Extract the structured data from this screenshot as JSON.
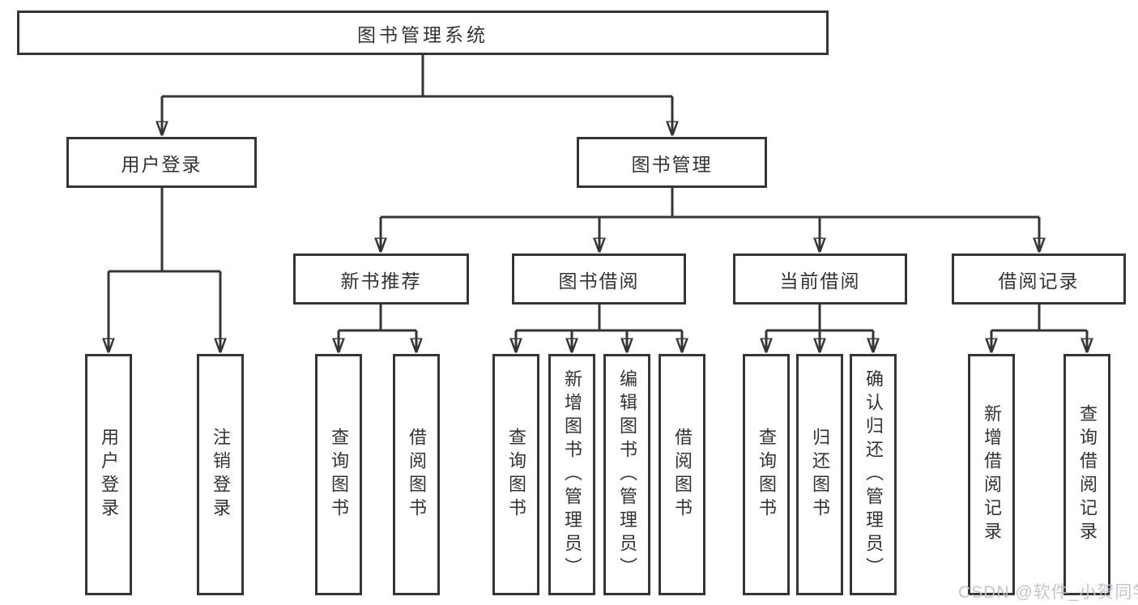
{
  "tree": {
    "root": {
      "label": "图书管理系统"
    },
    "branches": [
      {
        "label": "用户登录",
        "children": [
          {
            "label": "用户登录"
          },
          {
            "label": "注销登录"
          }
        ]
      },
      {
        "label": "图书管理",
        "children": [
          {
            "label": "新书推荐",
            "children": [
              {
                "label": "查询图书"
              },
              {
                "label": "借阅图书"
              }
            ]
          },
          {
            "label": "图书借阅",
            "children": [
              {
                "label": "查询图书"
              },
              {
                "label": "新增图书（管理员）"
              },
              {
                "label": "编辑图书（管理员）"
              },
              {
                "label": "借阅图书"
              }
            ]
          },
          {
            "label": "当前借阅",
            "children": [
              {
                "label": "查询图书"
              },
              {
                "label": "归还图书"
              },
              {
                "label": "确认归还（管理员）"
              }
            ]
          },
          {
            "label": "借阅记录",
            "children": [
              {
                "label": "新增借阅记录"
              },
              {
                "label": "查询借阅记录"
              }
            ]
          }
        ]
      }
    ]
  },
  "watermark": {
    "text": "CSDN @软件_小贺同学"
  },
  "colors": {
    "line": "#353535",
    "text": "#333333",
    "watermark": "#bec3ca",
    "background": "#ffffff"
  }
}
